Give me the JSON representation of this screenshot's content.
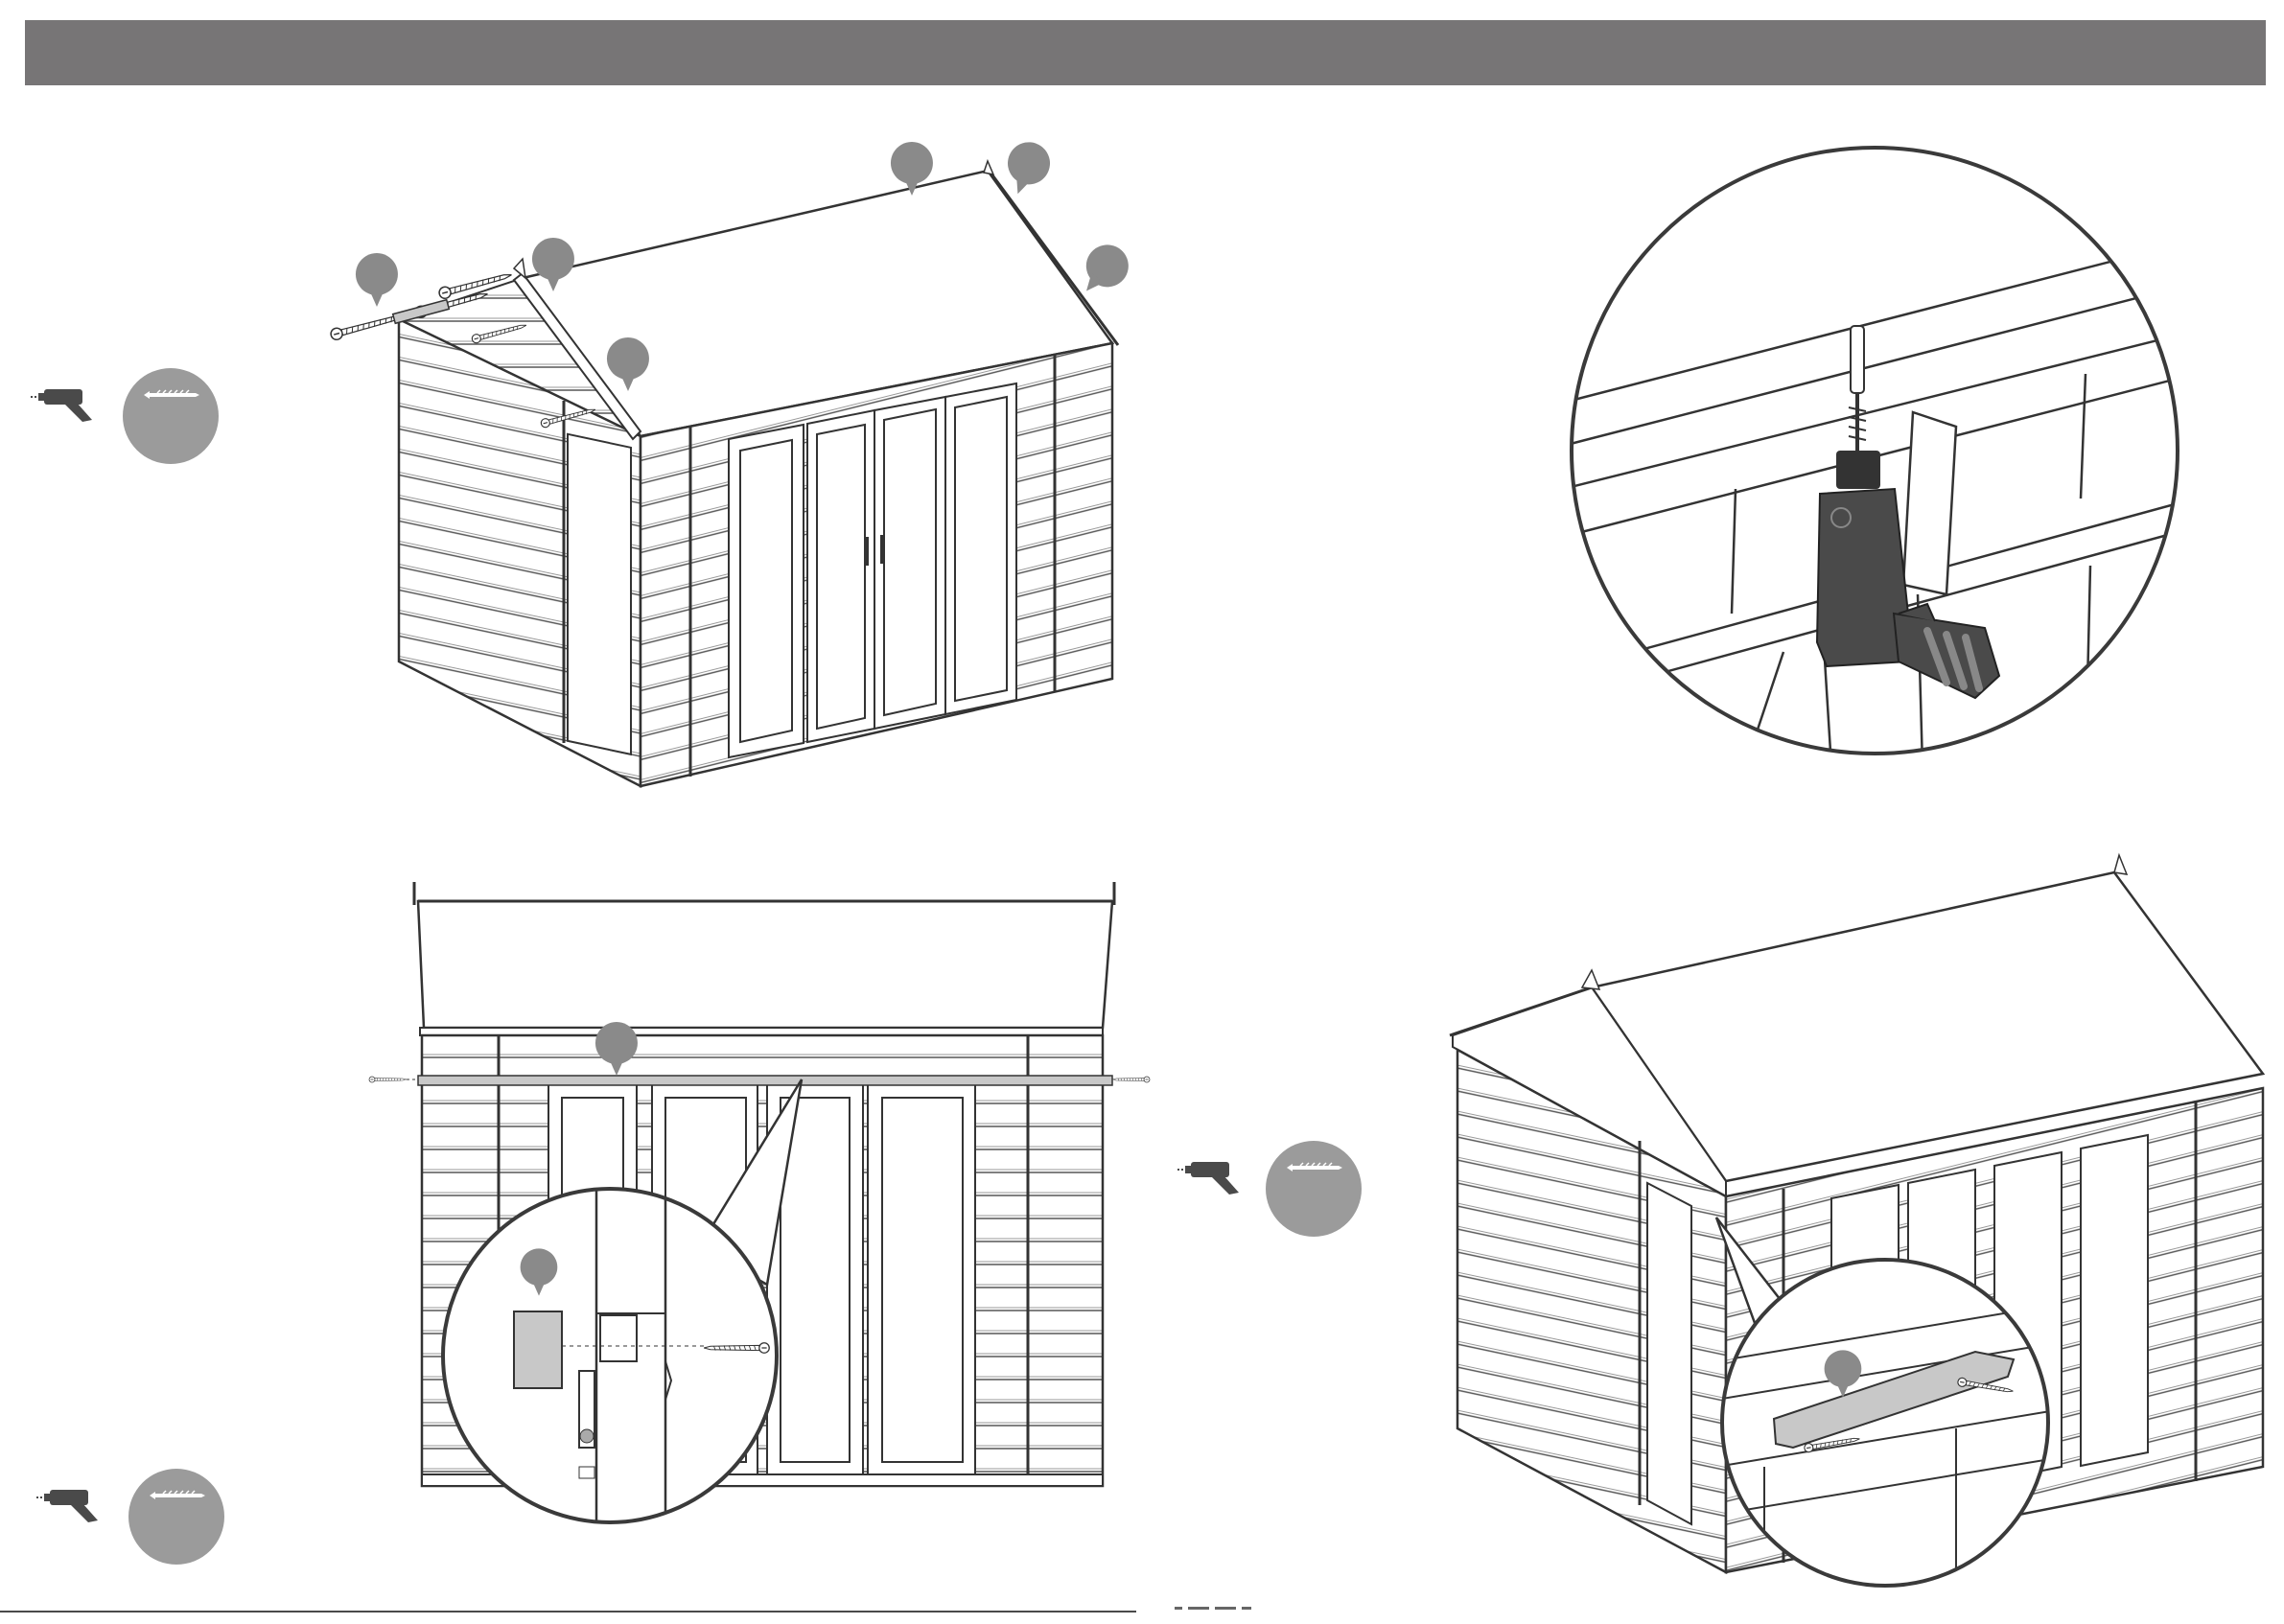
{
  "colors": {
    "header_bar": "#777576",
    "callout_marker": "#8a8a8a",
    "screw_badge": "#9b9b9b",
    "drill_body": "#4a4a4a",
    "line_art": "#3a3a3a",
    "highlight_part": "#c8c8c8"
  },
  "icons": {
    "drill": "drill-icon",
    "screw": "screw-icon",
    "callout": "callout-marker"
  },
  "steps": [
    {
      "view": "isometric-gable-front",
      "tools": [
        "drill",
        "screw"
      ],
      "callouts": 6
    },
    {
      "view": "magnified-drill-detail",
      "tools": [],
      "callouts": 0
    },
    {
      "view": "front-elevation-fascia",
      "tools": [
        "drill",
        "screw"
      ],
      "callouts": 2
    },
    {
      "view": "isometric-corner-trim",
      "tools": [
        "drill",
        "screw"
      ],
      "callouts": 1
    }
  ]
}
